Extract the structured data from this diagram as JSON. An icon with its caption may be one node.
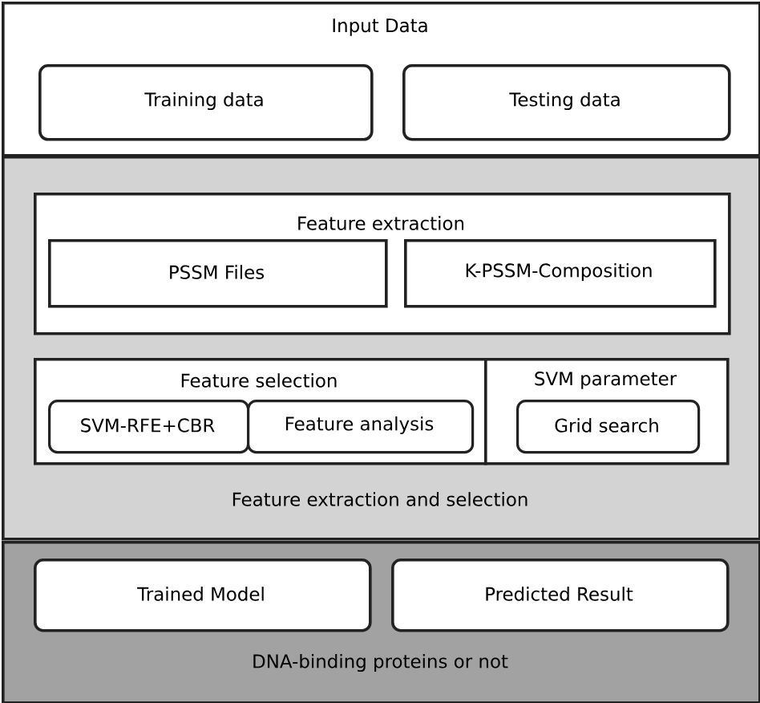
{
  "diagram": {
    "nodes": [
      {
        "text": [
          "Input Data"
        ]
      },
      {
        "text": [
          "Training data"
        ],
        "in": 0
      },
      {
        "text": [
          "Testing data"
        ],
        "in": 0
      },
      {
        "text": [
          "Feature extraction and selection"
        ]
      },
      {
        "text": [
          "Feature extraction"
        ],
        "in": 3
      },
      {
        "text": [
          "PSSM Files"
        ],
        "in": 4
      },
      {
        "text": [
          "K-PSSM-Composition"
        ],
        "in": 4
      },
      {
        "text": [
          "Feature selection"
        ],
        "in": 3
      },
      {
        "text": [
          "SVM-RFE+CBR"
        ],
        "in": 7
      },
      {
        "text": [
          "Feature analysis"
        ],
        "in": 7
      },
      {
        "text": [
          "SVM parameter"
        ],
        "in": 3
      },
      {
        "text": [
          "Grid search"
        ],
        "in": 10
      },
      {
        "text": [
          "DNA-binding proteins or not"
        ]
      },
      {
        "text": [
          "Trained Model"
        ],
        "in": 12
      },
      {
        "text": [
          "Predicted Result"
        ],
        "in": 12
      }
    ]
  }
}
